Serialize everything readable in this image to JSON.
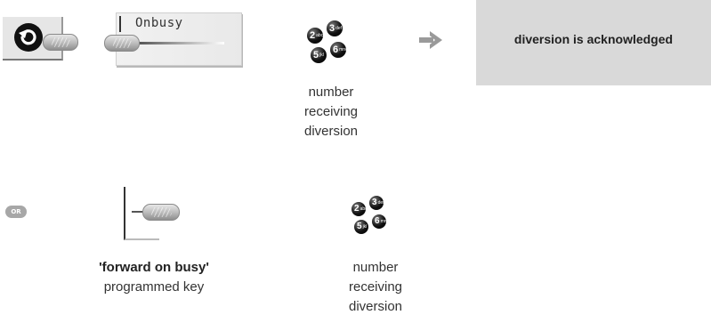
{
  "row1": {
    "display_text": "Onbusy",
    "keypad_label": [
      "number",
      "receiving",
      "diversion"
    ],
    "result_text": "diversion is acknowledged"
  },
  "row2": {
    "or_badge": "OR",
    "key_title": "'forward on busy'",
    "key_subtitle": "programmed key",
    "keypad_label": [
      "number",
      "receiving",
      "diversion"
    ]
  },
  "keypad_keys": [
    {
      "digit": "2",
      "letters": "abc"
    },
    {
      "digit": "3",
      "letters": "def"
    },
    {
      "digit": "5",
      "letters": "jkl"
    },
    {
      "digit": "6",
      "letters": "mno"
    }
  ],
  "colors": {
    "result_box": "#d9d9d9",
    "arrow": "#9a9a9a"
  }
}
